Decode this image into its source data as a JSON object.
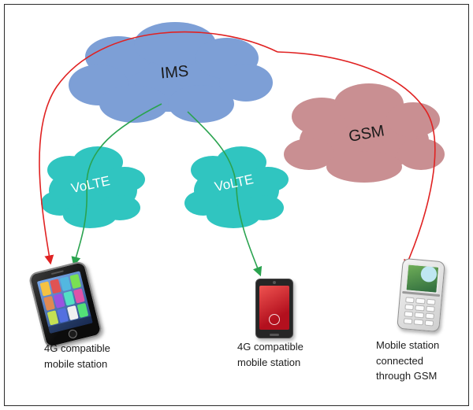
{
  "diagram": {
    "clouds": {
      "ims": {
        "label": "IMS",
        "color": "#7d9fd6"
      },
      "gsm": {
        "label": "GSM",
        "color": "#c98f92"
      },
      "volte1": {
        "label": "VoLTE",
        "color": "#30c5c0"
      },
      "volte2": {
        "label": "VoLTE",
        "color": "#30c5c0"
      }
    },
    "cloud_label_colors": {
      "ims": "#1a1a1a",
      "gsm": "#1a1a1a",
      "volte": "#ffffff"
    },
    "arrows": {
      "red_color": "#e02222",
      "green_color": "#2aa34f"
    },
    "captions": {
      "phone1": "4G compatible\nmobile station",
      "phone2": "4G compatible\nmobile station",
      "phone3": "Mobile station\nconnected\nthrough GSM"
    }
  }
}
